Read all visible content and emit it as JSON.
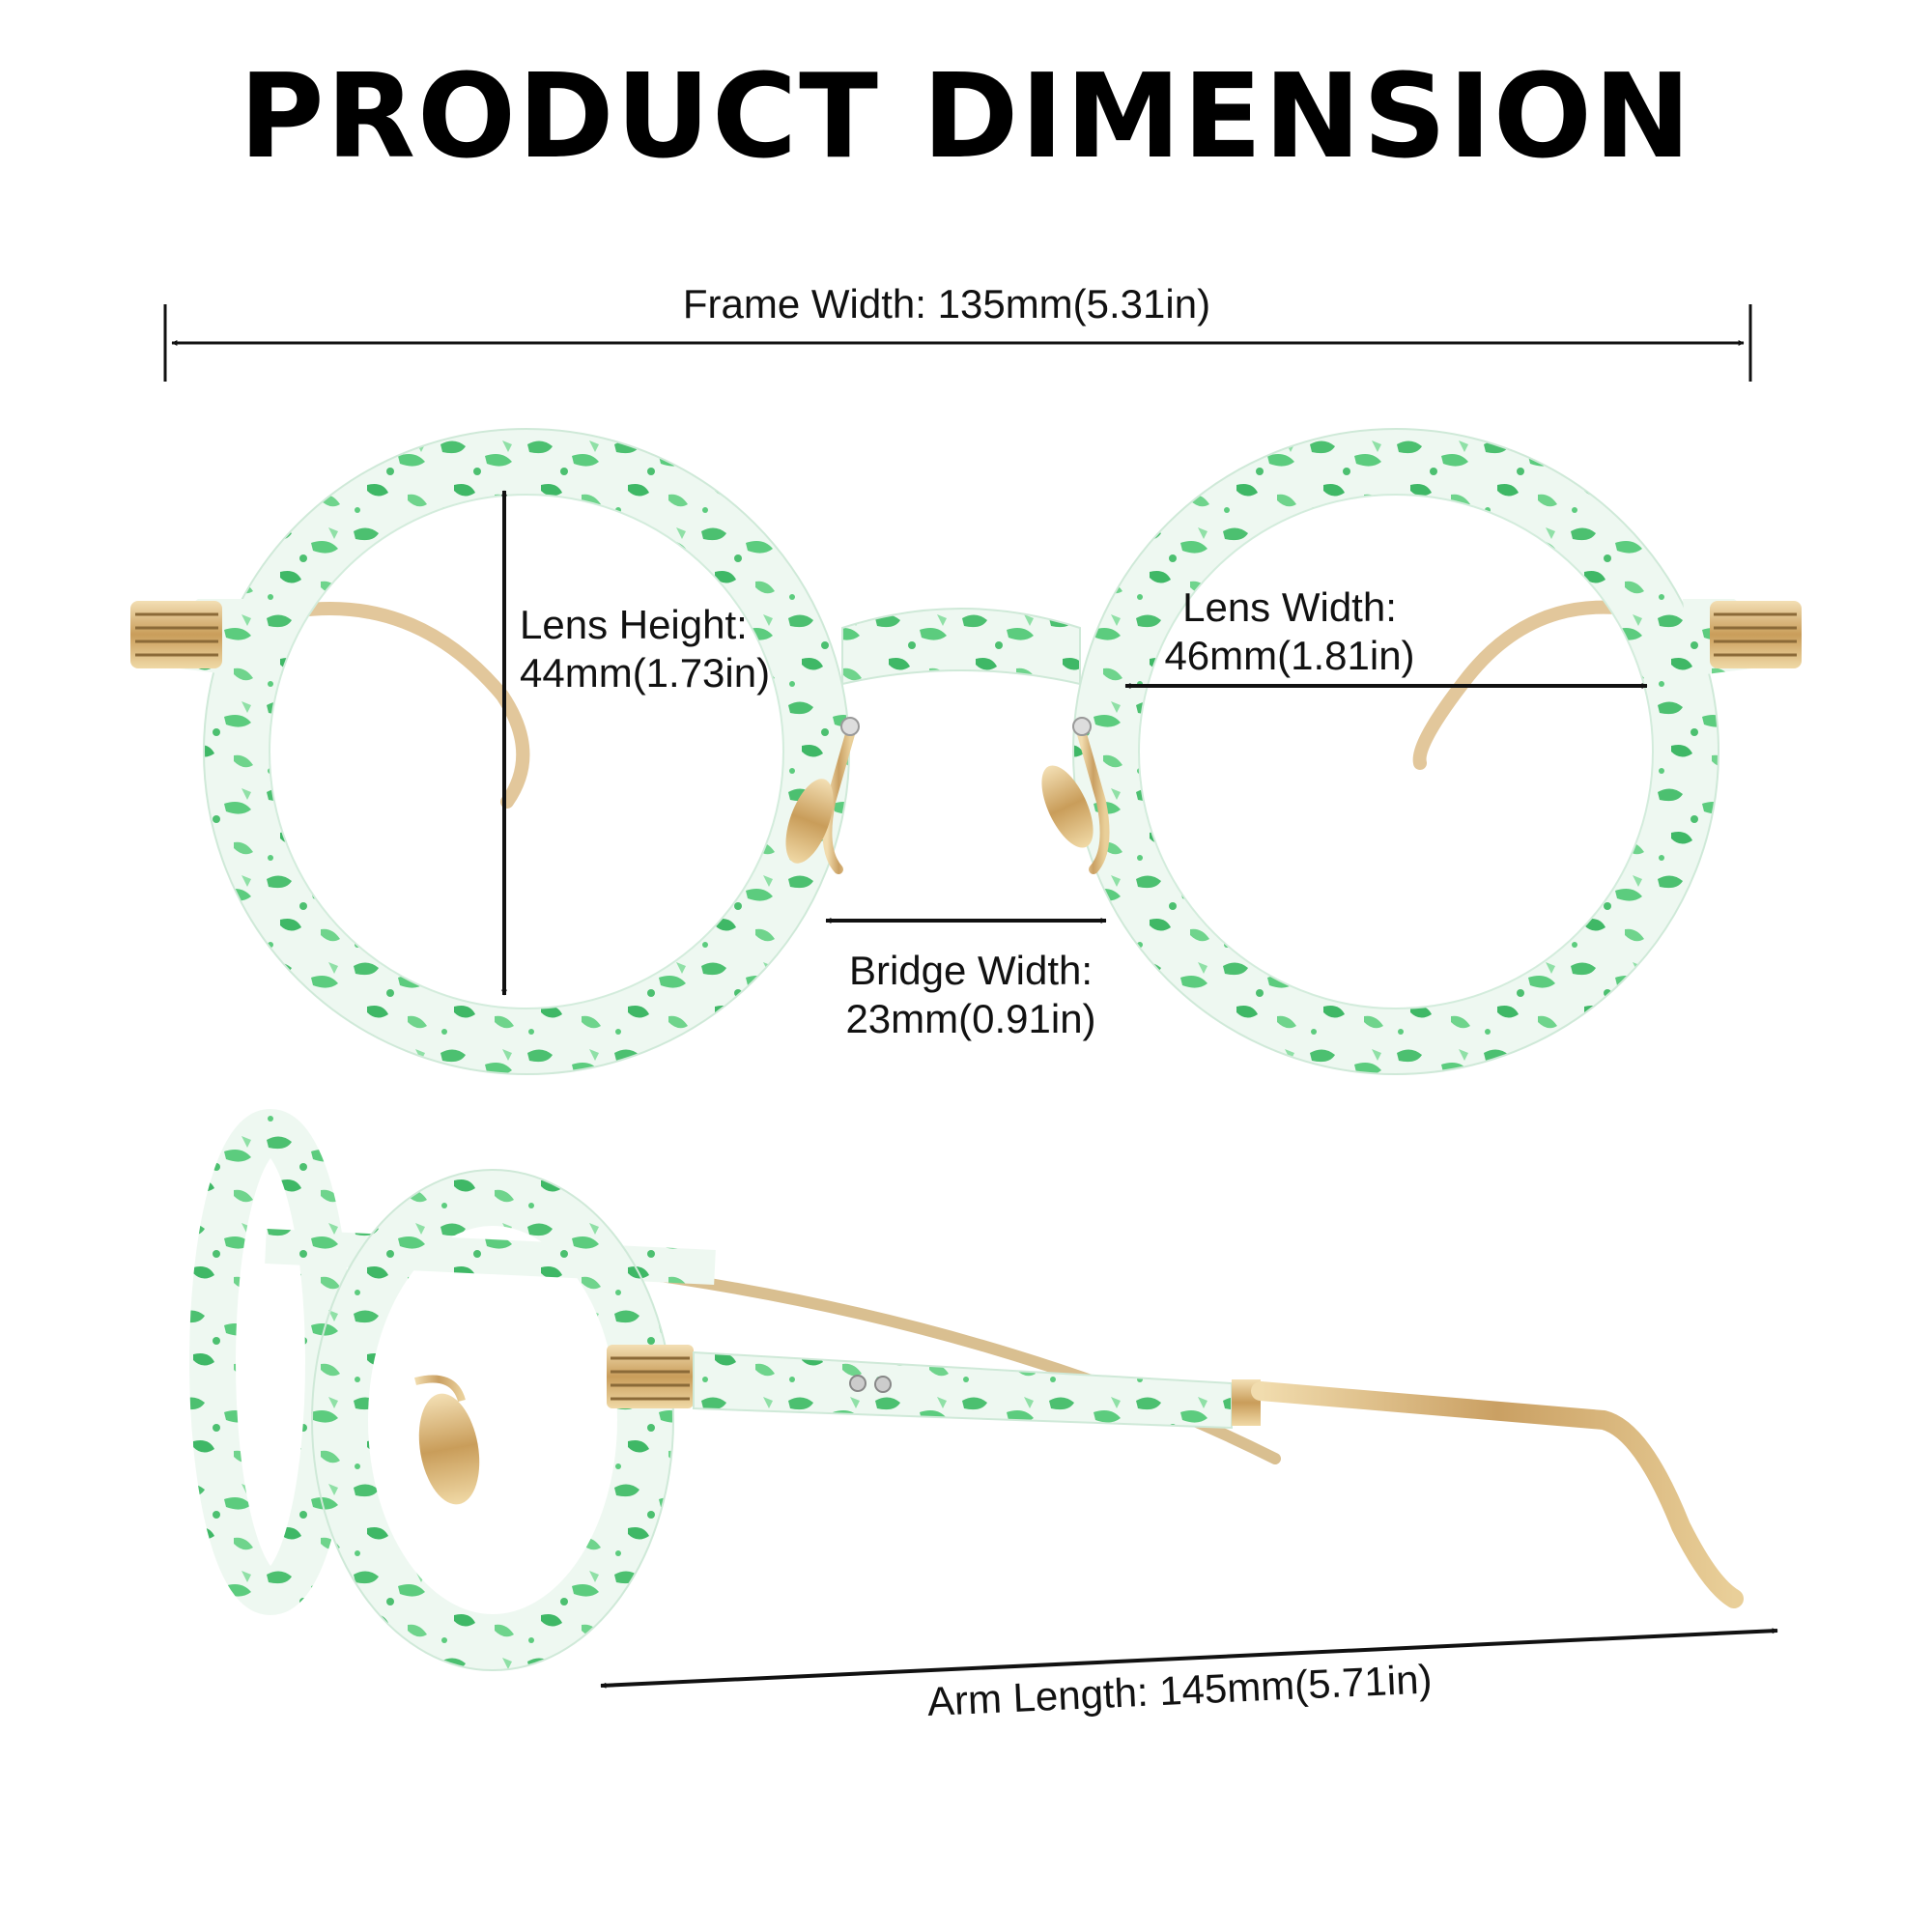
{
  "header": {
    "title": "PRODUCT DIMENSION"
  },
  "dimensions": {
    "frame_width": "Frame Width: 135mm(5.31in)",
    "lens_height_line1": "Lens Height:",
    "lens_height_line2": "44mm(1.73in)",
    "lens_width_line1": "Lens Width:",
    "lens_width_line2": "46mm(1.81in)",
    "bridge_width_line1": "Bridge Width:",
    "bridge_width_line2": "23mm(0.91in)",
    "arm_length": "Arm Length: 145mm(5.71in)"
  },
  "colors": {
    "frame_green": "#4cc070",
    "frame_clear": "#e9f6ee",
    "metal_gold": "#d4b27a",
    "arrow": "#111111"
  }
}
